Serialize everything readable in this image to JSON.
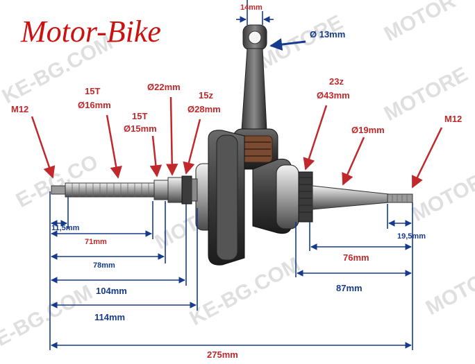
{
  "brand": "Motor-Bike",
  "watermarks": [
    "MOTOR",
    "KE-BG.COM",
    "MOTORE",
    "MOTORE",
    "E-BG.CO",
    "MOTORE",
    "MOTOR",
    "KE-BG.COM",
    "MOTORE",
    "E-BG.COM"
  ],
  "colors": {
    "red": "#c0282b",
    "blue": "#163a8c",
    "brand": "#cc1111"
  },
  "labels": {
    "m12_left": "M12",
    "t15_top": "15T",
    "d16": "Ø16mm",
    "d22": "Ø22mm",
    "t15_low": "15T",
    "d15": "Ø15mm",
    "z15": "15z",
    "d28": "Ø28mm",
    "w14": "14mm",
    "d13": "Ø 13mm",
    "z23": "23z",
    "d43": "Ø43mm",
    "d19": "Ø19mm",
    "m12_right": "M12"
  },
  "dims": {
    "l11_5": "11,5mm",
    "l71": "71mm",
    "l78": "78mm",
    "l104": "104mm",
    "l114": "114mm",
    "l275": "275mm",
    "r19_5": "19,5mm",
    "r76": "76mm",
    "r87": "87mm"
  }
}
